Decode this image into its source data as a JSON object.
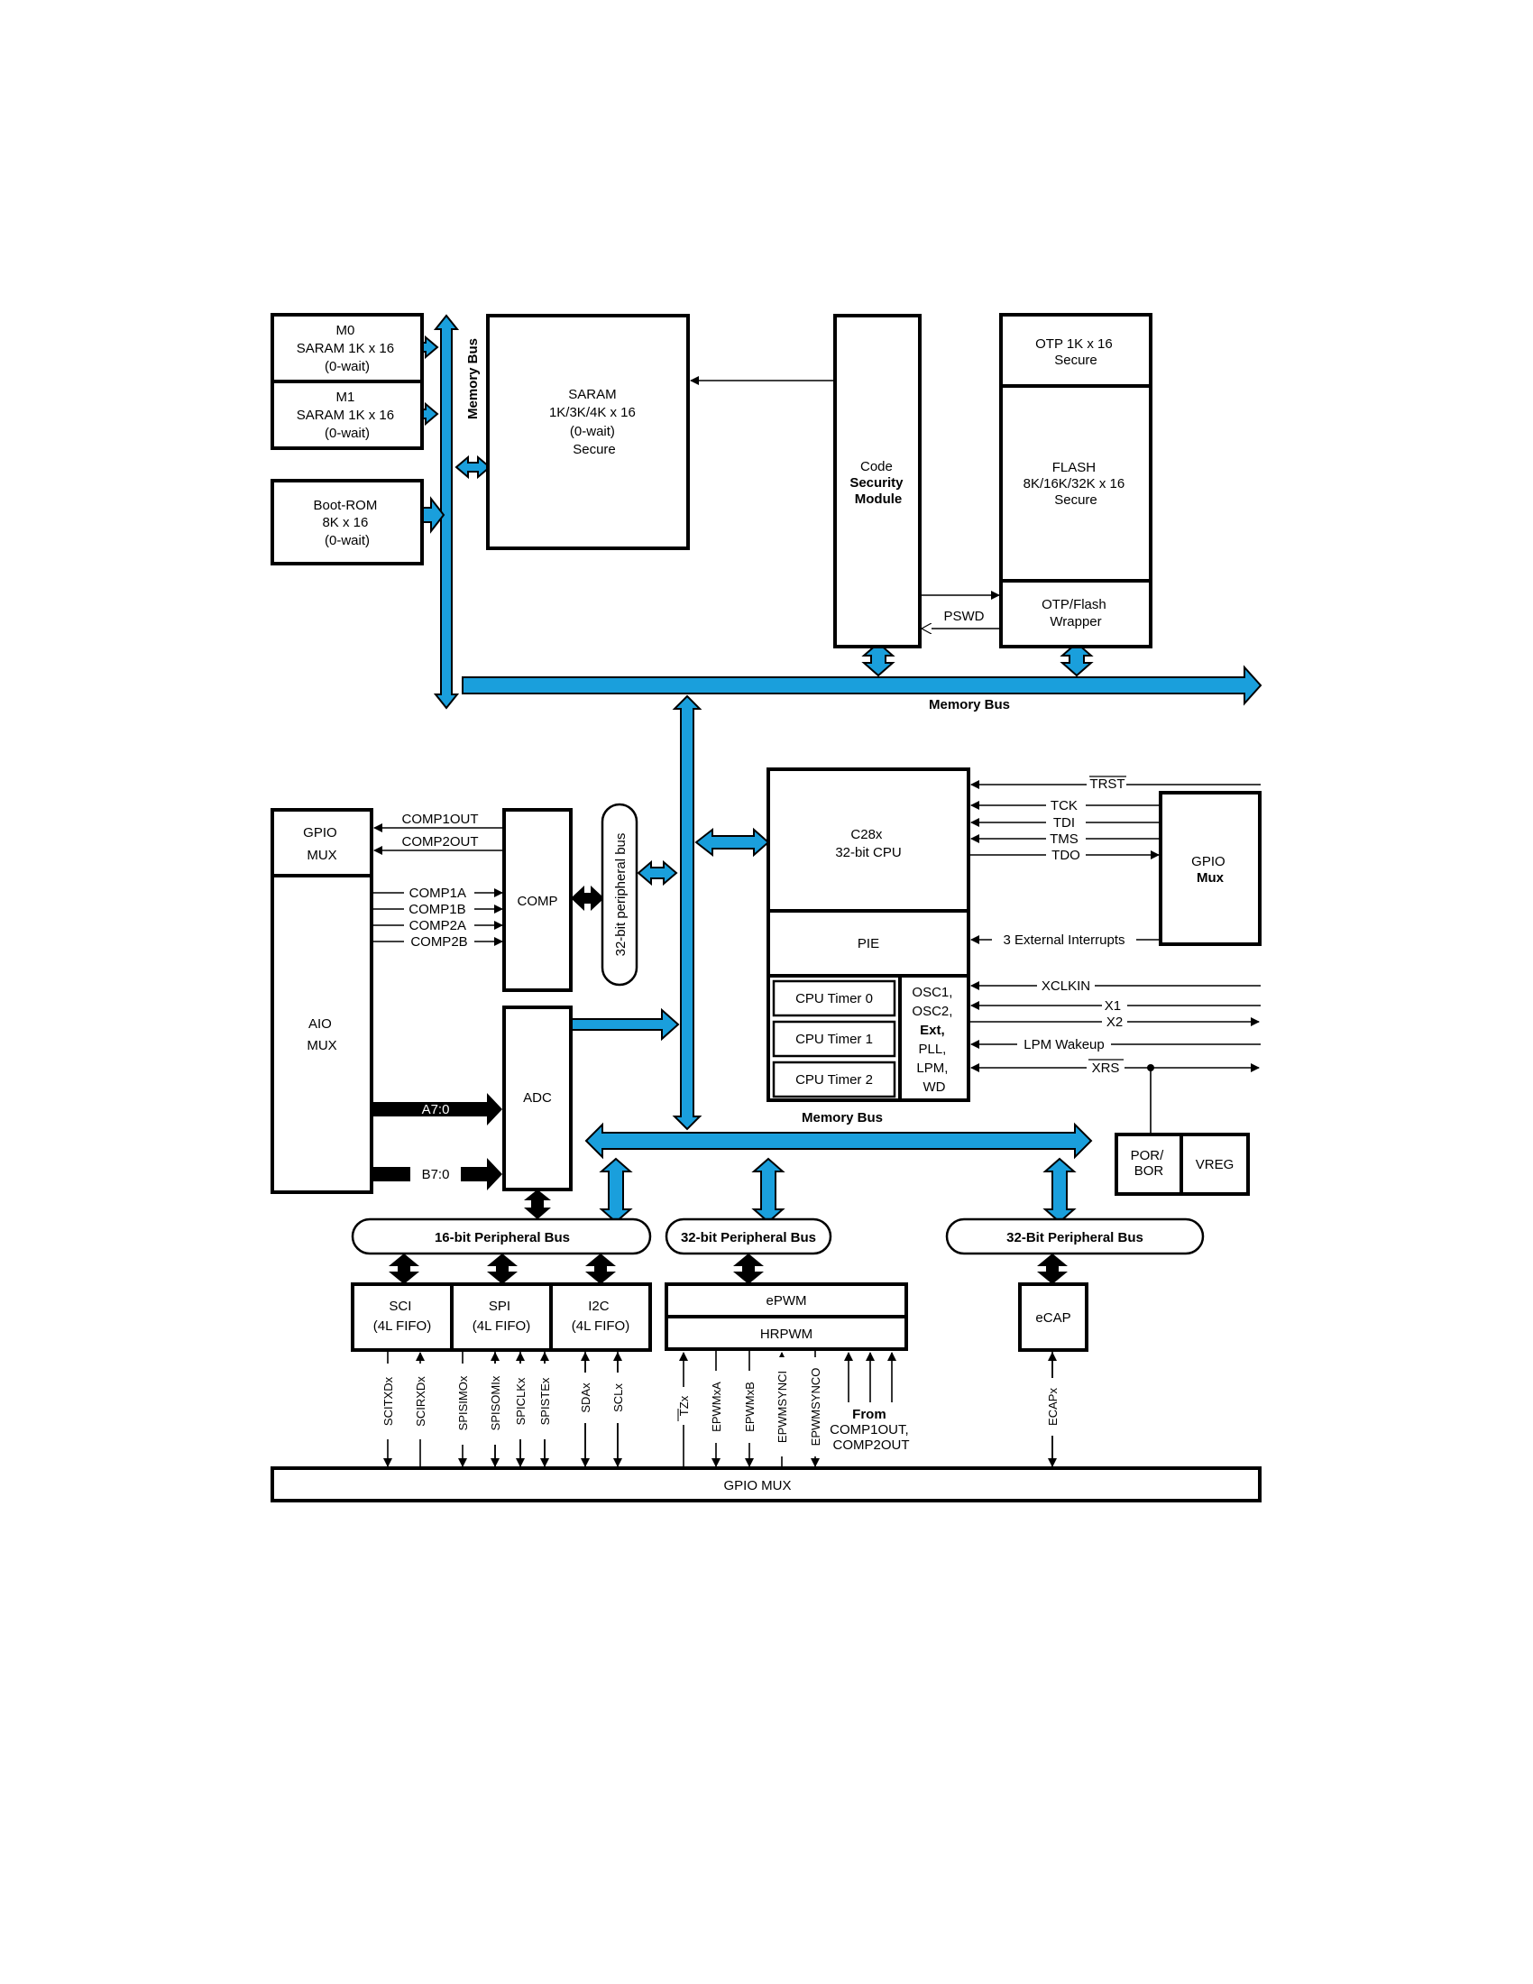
{
  "blocks": {
    "m0": [
      "M0",
      "SARAM 1K x 16",
      "(0-wait)"
    ],
    "m1": [
      "M1",
      "SARAM 1K x 16",
      "(0-wait)"
    ],
    "bootrom": [
      "Boot-ROM",
      "8K x 16",
      "(0-wait)"
    ],
    "saram": [
      "SARAM",
      "1K/3K/4K x 16",
      "(0-wait)",
      "Secure"
    ],
    "csm": [
      "Code",
      "Security",
      "Module"
    ],
    "otp": [
      "OTP 1K x 16",
      "Secure"
    ],
    "flash": [
      "FLASH",
      "8K/16K/32K x 16",
      "Secure"
    ],
    "otp_wrapper": [
      "OTP/Flash",
      "Wrapper"
    ],
    "gpio_mux_left": [
      "GPIO",
      "MUX"
    ],
    "aio_mux": [
      "AIO",
      "MUX"
    ],
    "comp": "COMP",
    "adc": "ADC",
    "cpu": [
      "C28x",
      "32-bit CPU"
    ],
    "pie": "PIE",
    "timer0": "CPU Timer 0",
    "timer1": "CPU Timer 1",
    "timer2": "CPU Timer 2",
    "osc": [
      "OSC1,",
      "OSC2,",
      "Ext,",
      "PLL,",
      "LPM,",
      "WD"
    ],
    "gpio_mux_right": [
      "GPIO",
      "Mux"
    ],
    "por_bor": [
      "POR/",
      "BOR"
    ],
    "vreg": "VREG",
    "sci": [
      "SCI",
      "(4L FIFO)"
    ],
    "spi": [
      "SPI",
      "(4L FIFO)"
    ],
    "i2c": [
      "I2C",
      "(4L FIFO)"
    ],
    "epwm": "ePWM",
    "hrpwm": "HRPWM",
    "ecap": "eCAP",
    "gpio_mux_bottom": "GPIO MUX"
  },
  "buses": {
    "memory_bus_vertical": "Memory Bus",
    "memory_bus_top": "Memory Bus",
    "memory_bus_bottom": "Memory Bus",
    "periph_bus_32_vertical": "32-bit peripheral bus",
    "periph_bus_16": "16-bit Peripheral Bus",
    "periph_bus_32_mid": "32-bit Peripheral Bus",
    "periph_bus_32_right": "32-Bit Peripheral Bus"
  },
  "signals": {
    "pswd": "PSWD",
    "comp1out": "COMP1OUT",
    "comp2out": "COMP2OUT",
    "comp_inputs": [
      "COMP1A",
      "COMP1B",
      "COMP2A",
      "COMP2B"
    ],
    "a70": "A7:0",
    "b70": "B7:0",
    "trst": "TRST",
    "tck": "TCK",
    "tdi": "TDI",
    "tms": "TMS",
    "tdo": "TDO",
    "ext_int": "3 External Interrupts",
    "xclkin": "XCLKIN",
    "x1": "X1",
    "x2": "X2",
    "lpm_wakeup": "LPM Wakeup",
    "xrs": "XRS",
    "sci_pins": [
      "SCITXDx",
      "SCIRXDx"
    ],
    "spi_pins": [
      "SPISIMOx",
      "SPISOMIx",
      "SPICLKx",
      "SPISTEx"
    ],
    "i2c_pins": [
      "SDAx",
      "SCLx"
    ],
    "pwm_pins": [
      "TZx",
      "EPWMxA",
      "EPWMxB",
      "EPWMSYNCI",
      "EPWMSYNCO"
    ],
    "from_comp": [
      "From",
      "COMP1OUT,",
      "COMP2OUT"
    ],
    "ecap_pin": "ECAPx"
  }
}
